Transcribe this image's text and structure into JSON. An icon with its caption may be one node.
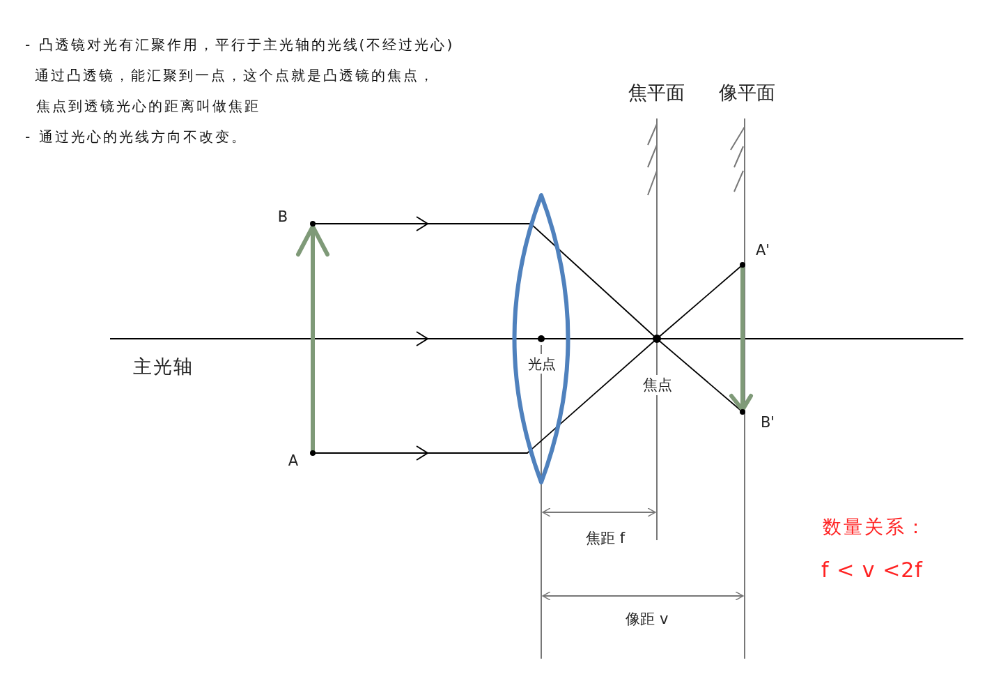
{
  "diagram": {
    "nodes": [
      {
        "text": [],
        "shape": "arrow"
      },
      {
        "text": [],
        "shape": "arrow"
      }
    ],
    "edges": [
      {
        "from": 0,
        "to": 1,
        "arrow": "to"
      },
      {
        "from": 0,
        "to": 1,
        "arrow": "to"
      }
    ],
    "labels": [
      "- 凸透镜对光有汇聚作用，平行于主光轴的光线(不经过光心)",
      "通过凸透镜，能汇聚到一点，这个点就是凸透镜的焦点，",
      "焦点到透镜光心的距离叫做焦距",
      "- 通过光心的光线方向不改变。",
      "焦平面",
      "像平面",
      "B",
      "A'",
      "主光轴",
      "光点",
      "焦点",
      "B'",
      "A",
      "焦距 f",
      "数量关系：",
      "f < v <2f",
      "像距 v"
    ]
  }
}
